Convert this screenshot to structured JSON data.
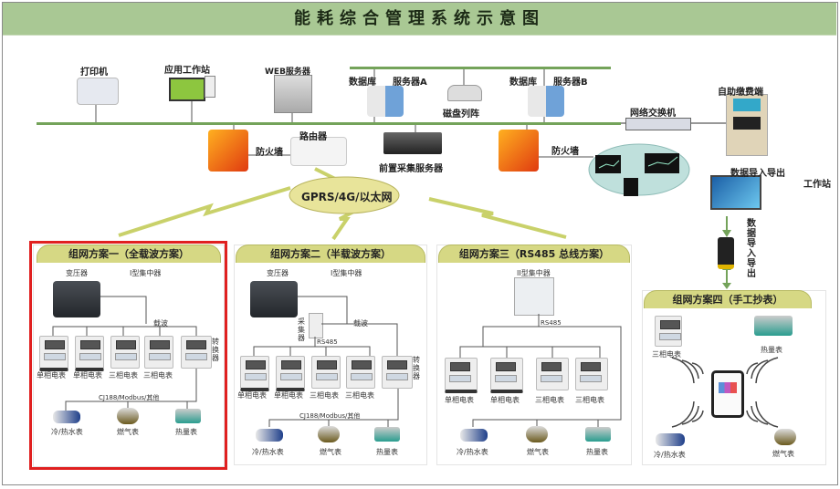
{
  "title": "能耗综合管理系统示意图",
  "colors": {
    "title_bg": "#a9c894",
    "bus": "#74a35a",
    "panel_head": "#d6d884",
    "selection": "#e02020",
    "cloud": "#e8e49a",
    "lightning": "#c9d16a"
  },
  "top": {
    "printer": "打印机",
    "app_workstation": "应用工作站",
    "web_server": "WEB服务器",
    "database_a": "数据库",
    "server_a": "服务器A",
    "disk_array": "磁盘列阵",
    "database_b": "数据库",
    "server_b": "服务器B",
    "switch": "网络交换机",
    "kiosk": "自助缴费端",
    "firewall_left": "防火墙",
    "router": "路由器",
    "front_server": "前置采集服务器",
    "firewall_right": "防火墙",
    "data_io_h": "数据导入导出",
    "workstation": "工作站",
    "data_io_v": "数据导入导出",
    "network": "GPRS/4G/以太网"
  },
  "panels": [
    {
      "title": "组网方案一（全载波方案）",
      "transformer": "变压器",
      "concentrator": "I型集中器",
      "carrier": "载波",
      "converter": "转换器",
      "meters": [
        "单相电表",
        "单相电表",
        "三相电表",
        "三相电表"
      ],
      "protocol": "CJ188/Modbus/其他",
      "sub_meters": [
        "冷/热水表",
        "燃气表",
        "热量表"
      ],
      "selected": true
    },
    {
      "title": "组网方案二（半载波方案）",
      "transformer": "变压器",
      "concentrator": "I型集中器",
      "collector": "采集器",
      "carrier": "载波",
      "rs485": "RS485",
      "converter": "转换器",
      "meters": [
        "单相电表",
        "单相电表",
        "三相电表",
        "三相电表"
      ],
      "protocol": "CJ188/Modbus/其他",
      "sub_meters": [
        "冷/热水表",
        "燃气表",
        "热量表"
      ]
    },
    {
      "title": "组网方案三（RS485 总线方案）",
      "concentrator": "II型集中器",
      "rs485": "RS485",
      "meters": [
        "单相电表",
        "单相电表",
        "三相电表",
        "三相电表"
      ],
      "sub_meters": [
        "冷/热水表",
        "燃气表",
        "热量表"
      ]
    },
    {
      "title": "组网方案四（手工抄表）",
      "meters": [
        "三相电表",
        "热量表",
        "冷/热水表",
        "燃气表"
      ]
    }
  ]
}
